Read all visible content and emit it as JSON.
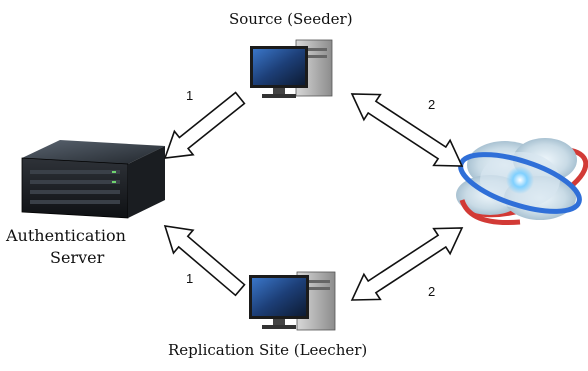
{
  "nodes": {
    "source": {
      "label": "Source (Seeder)",
      "icon": "desktop-computer-icon"
    },
    "auth_server": {
      "label_line1": "Authentication",
      "label_line2": "Server",
      "icon": "rack-server-icon"
    },
    "replication": {
      "label": "Replication Site (Leecher)",
      "icon": "desktop-computer-icon"
    },
    "cloud": {
      "icon": "cloud-network-icon"
    }
  },
  "edges": {
    "source_to_auth": {
      "label": "1",
      "style": "single-arrow"
    },
    "replication_to_auth": {
      "label": "1",
      "style": "single-arrow"
    },
    "source_cloud": {
      "label": "2",
      "style": "double-arrow"
    },
    "replication_cloud": {
      "label": "2",
      "style": "double-arrow"
    }
  },
  "colors": {
    "arrow_outline": "#111111",
    "arrow_fill": "#ffffff",
    "ring_red": "#d23a36",
    "ring_blue": "#2f6fd8",
    "cloud": "#c9dbe6"
  }
}
